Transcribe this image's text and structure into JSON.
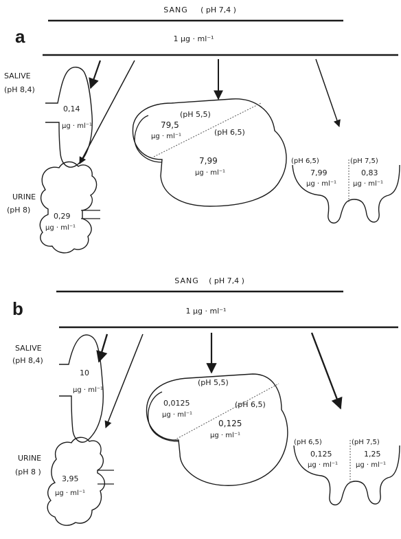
{
  "panels": [
    {
      "letter": "a",
      "blood": {
        "label": "SANG",
        "ph": "( pH 7,4 )",
        "conc": "1 μg · ml⁻¹"
      },
      "saliva": {
        "label": "SALIVE",
        "ph": "(pH 8,4)",
        "value": "0,14",
        "unit": "μg · ml⁻¹"
      },
      "urine": {
        "label": "URINE",
        "ph": "(pH 8)",
        "value": "0,29",
        "unit": "μg · ml⁻¹"
      },
      "stomach": {
        "ph_top": "(pH 5,5)",
        "value_top": "79,5",
        "unit_top": "μg · ml⁻¹",
        "ph_bottom": "(pH 6,5)",
        "value_bottom": "7,99",
        "unit_bottom": "μg · ml⁻¹"
      },
      "udder": {
        "ph_left": "(pH 6,5)",
        "value_left": "7,99",
        "unit_left": "μg · ml⁻¹",
        "ph_right": "(pH 7,5)",
        "value_right": "0,83",
        "unit_right": "μg · ml⁻¹"
      }
    },
    {
      "letter": "b",
      "blood": {
        "label": "SANG",
        "ph": "( pH 7,4 )",
        "conc": "1 μg · ml⁻¹"
      },
      "saliva": {
        "label": "SALIVE",
        "ph": "(pH 8,4)",
        "value": "10",
        "unit": "μg · ml⁻¹"
      },
      "urine": {
        "label": "URINE",
        "ph": "(pH 8 )",
        "value": "3,95",
        "unit": "μg · ml⁻¹"
      },
      "stomach": {
        "ph_top": "(pH 5,5)",
        "value_top": "0,0125",
        "unit_top": "μg · ml⁻¹",
        "ph_bottom": "(pH 6,5)",
        "value_bottom": "0,125",
        "unit_bottom": "μg · ml⁻¹"
      },
      "udder": {
        "ph_left": "(pH 6,5)",
        "value_left": "0,125",
        "unit_left": "μg · ml⁻¹",
        "ph_right": "(pH 7,5)",
        "value_right": "1,25",
        "unit_right": "μg · ml⁻¹"
      }
    }
  ]
}
